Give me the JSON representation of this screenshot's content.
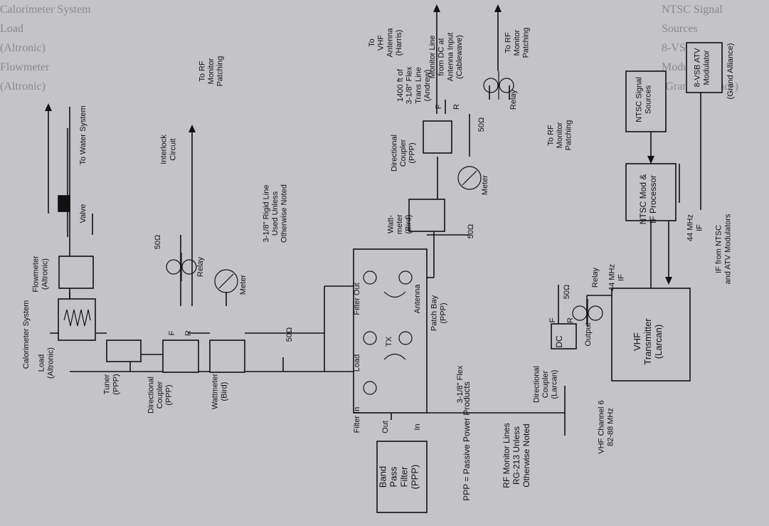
{
  "background_text": {
    "left": [
      "Calorimeter System",
      "Load",
      "(Altronic)",
      "Flowmeter",
      "(Altronic)"
    ],
    "right": [
      "NTSC Signal",
      "Sources",
      "8-VSB ATV",
      "Modulator",
      "(Grand Alliance)"
    ]
  },
  "blocks": {
    "band_pass_filter": {
      "lines": [
        "Band",
        "Pass",
        "Filter",
        "(PPP)"
      ],
      "out": "Out",
      "in": "In"
    },
    "load": {
      "lines": [
        "Load",
        "(Altronic)"
      ]
    },
    "tuner": {
      "lines": [
        "Tuner",
        "(PPP)"
      ]
    },
    "directional_coupler_1": {
      "lines": [
        "Directional",
        "Coupler",
        "(PPP)"
      ],
      "f": "F",
      "r": "R"
    },
    "wattmeter_1": {
      "lines": [
        "Wattmeter",
        "(Bird)"
      ]
    },
    "meter_1": {
      "label": "Meter"
    },
    "relay_1": {
      "label": "Relay",
      "ohm": "50Ω"
    },
    "calorimeter": {
      "label": "Calorimeter System"
    },
    "flowmeter": {
      "lines": [
        "Flowmeter",
        "(Altronic)"
      ]
    },
    "valve": {
      "label": "Valve"
    },
    "water": {
      "label": "To Water System"
    },
    "interlock": {
      "lines": [
        "Interlock",
        "Circuit"
      ]
    },
    "rf_monitor_1": {
      "lines": [
        "To RF",
        "Monitor",
        "Patching"
      ]
    },
    "patch_bay": {
      "lines": [
        "Patch Bay",
        "(PPP)"
      ],
      "filter_out": "Filter Out",
      "antenna": "Antenna",
      "load": "Load",
      "tx": "TX",
      "filter_in": "Filter In"
    },
    "wattmeter_2": {
      "lines": [
        "Watt-",
        "meter",
        "(Bird)"
      ]
    },
    "meter_2": {
      "label": "Meter"
    },
    "directional_coupler_2": {
      "lines": [
        "Directional",
        "Coupler",
        "(PPP)"
      ],
      "f": "F",
      "r": "R"
    },
    "relay_2": {
      "label": "Relay",
      "ohm": "50Ω"
    },
    "trans_line": {
      "lines": [
        "1400 ft of",
        "3-1/8\" Flex",
        "Trans Line",
        "(Andrew)"
      ]
    },
    "antenna": {
      "lines": [
        "To",
        "VHF",
        "Antenna",
        "(Harris)"
      ]
    },
    "monitor_line": {
      "lines": [
        "Monitor Line",
        "from DC at",
        "Antenna Input",
        "(Cablewave)"
      ]
    },
    "rf_monitor_2": {
      "lines": [
        "To RF",
        "Monitor",
        "Patching"
      ]
    },
    "rf_monitor_3": {
      "lines": [
        "To RF",
        "Monitor",
        "Patching"
      ]
    },
    "rigid_line": {
      "lines": [
        "3-1/8\" Rigid Line",
        "Used Unless",
        "Otherwise Noted"
      ]
    },
    "flex": {
      "label": "3-1/8\" Flex"
    },
    "ohm_labels": {
      "a": "50Ω",
      "b": "50Ω"
    },
    "relay_3": {
      "label": "Relay",
      "ohm": "50Ω"
    },
    "dc_box": {
      "label": "DC",
      "f": "F",
      "r": "R",
      "output": "Output"
    },
    "dc_larcan": {
      "lines": [
        "Directional",
        "Coupler",
        "(Larcan)"
      ]
    },
    "vhf_tx": {
      "lines": [
        "VHF",
        "Transmitter",
        "(Larcan)"
      ]
    },
    "channel": {
      "lines": [
        "VHF Channel 6",
        "82-88 MHz"
      ]
    },
    "if_in": {
      "lines": [
        "44 MHz",
        "IF"
      ]
    },
    "ntsc_mod": {
      "lines": [
        "NTSC Mod &",
        "IF Processor"
      ]
    },
    "if_out": {
      "lines": [
        "44 MHz",
        "IF"
      ]
    },
    "if_from": {
      "lines": [
        "IF from NTSC",
        "and ATV Modulators"
      ]
    },
    "ntsc_src": {
      "lines": [
        "NTSC Signal",
        "Sources"
      ]
    },
    "vsb": {
      "lines": [
        "8-VSB ATV",
        "Modulator"
      ]
    },
    "grand": {
      "label": "(Grand Alliance)"
    }
  },
  "notes": {
    "ppp": "PPP = Passive Power Products",
    "rf_monitor_lines": [
      "RF Monitor Lines",
      "RG-213 Unless",
      "Otherwise Noted"
    ]
  }
}
